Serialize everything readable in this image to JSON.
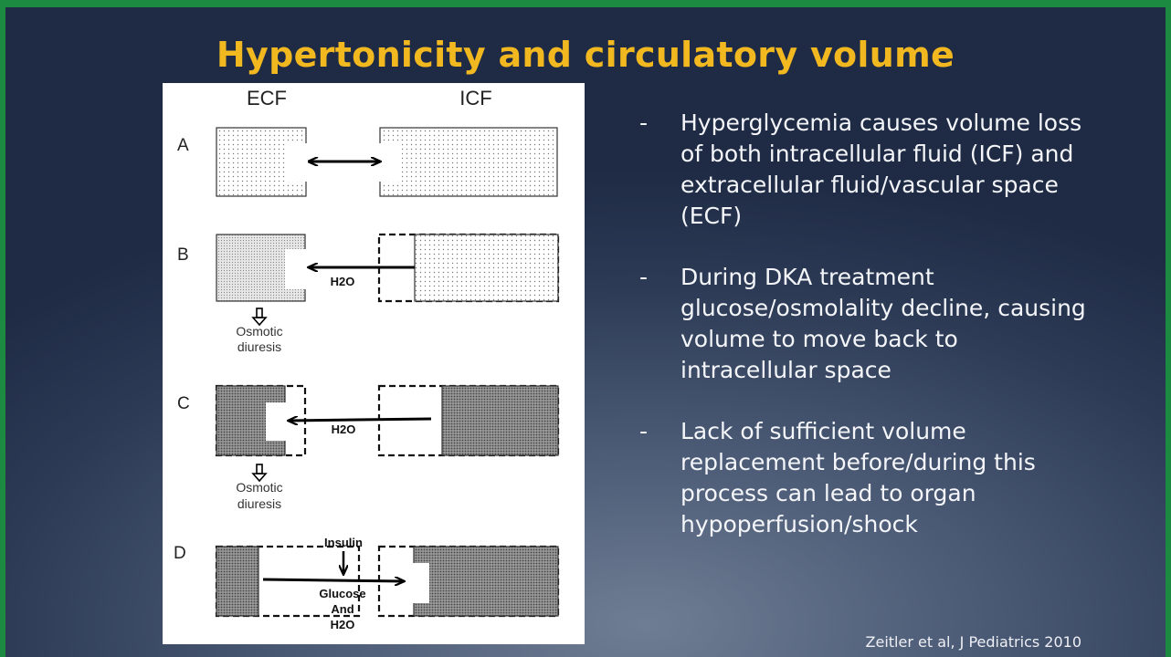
{
  "slide": {
    "title": "Hypertonicity and circulatory volume",
    "citation": "Zeitler et al, J Pediatrics 2010"
  },
  "figure": {
    "column_headers": [
      "ECF",
      "ICF"
    ],
    "rows": [
      {
        "label": "A"
      },
      {
        "label": "B",
        "arrow_label": "H2O",
        "note_line1": "Osmotic",
        "note_line2": "diuresis"
      },
      {
        "label": "C",
        "arrow_label": "H2O",
        "note_line1": "Osmotic",
        "note_line2": "diuresis"
      },
      {
        "label": "D",
        "top_label": "Insulin",
        "arrow_line1": "Glucose",
        "arrow_line2": "And",
        "arrow_line3": "H2O"
      }
    ]
  },
  "bullets": [
    {
      "dash": "-",
      "text": "Hyperglycemia causes volume loss of both intracellular fluid (ICF) and extracellular fluid/vascular space (ECF)"
    },
    {
      "dash": "-",
      "text": "During DKA treatment glucose/osmolality decline, causing volume to move back to intracellular space"
    },
    {
      "dash": "-",
      "text": "Lack of sufficient volume replacement before/during this process can lead to organ hypoperfusion/shock"
    }
  ]
}
